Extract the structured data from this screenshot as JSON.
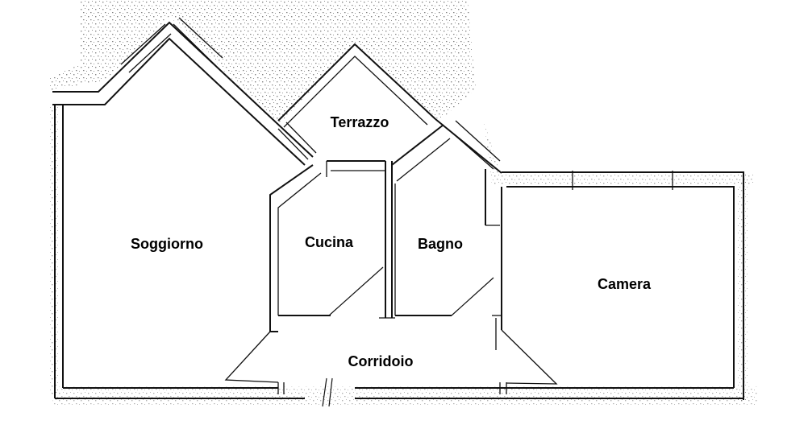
{
  "rooms": {
    "terrazzo": "Terrazzo",
    "soggiorno": "Soggiorno",
    "cucina": "Cucina",
    "bagno": "Bagno",
    "camera": "Camera",
    "corridoio": "Corridoio"
  }
}
